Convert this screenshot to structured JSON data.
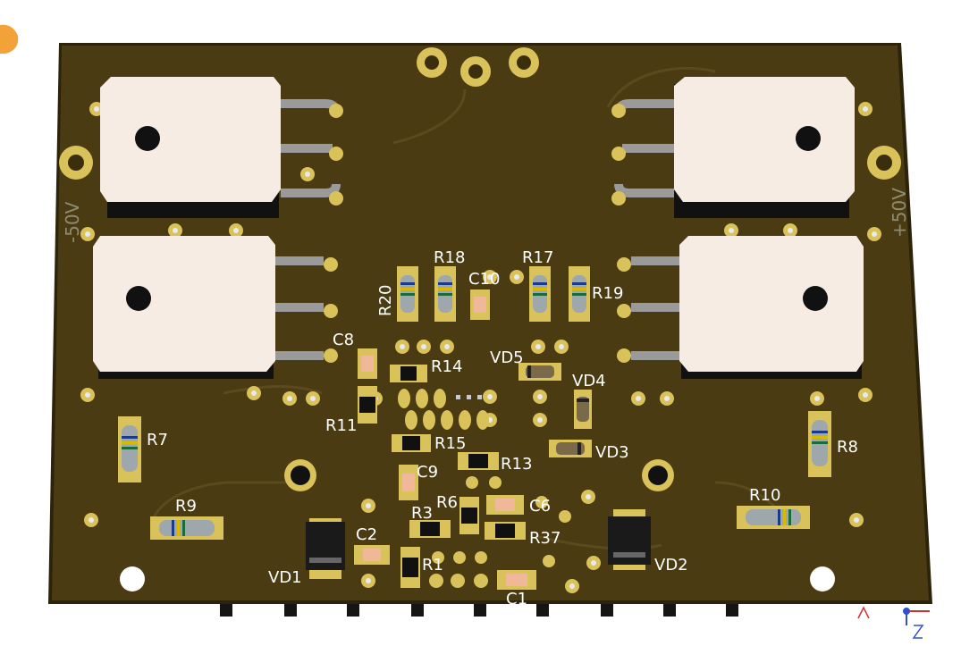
{
  "colors": {
    "board": "#4a3b12",
    "board_edge": "#2c230a",
    "pad": "#d9c25a",
    "pad_hole": "#3a2e0c",
    "silk": "#ffffff",
    "transistor_body": "#f6ece4",
    "transistor_shadow": "#111111",
    "lead": "#9a9a9a"
  },
  "edge_labels": {
    "left": "-50V",
    "right": "+50V"
  },
  "labels": {
    "R20": "R20",
    "R18": "R18",
    "C10": "C10",
    "R17": "R17",
    "R19": "R19",
    "C8": "C8",
    "R14": "R14",
    "VD5": "VD5",
    "VD4": "VD4",
    "R11": "R11",
    "R7": "R7",
    "R15": "R15",
    "R13": "R13",
    "VD3": "VD3",
    "R8": "R8",
    "C9": "C9",
    "R6": "R6",
    "C6": "C6",
    "R10": "R10",
    "R9": "R9",
    "R3": "R3",
    "R37": "R37",
    "C2": "C2",
    "VD1": "VD1",
    "R1": "R1",
    "VD2": "VD2",
    "C1": "C1"
  },
  "icons": {
    "corner_marker": "orange-blob-icon",
    "axis_indicator": "xyz-axis-icon"
  }
}
